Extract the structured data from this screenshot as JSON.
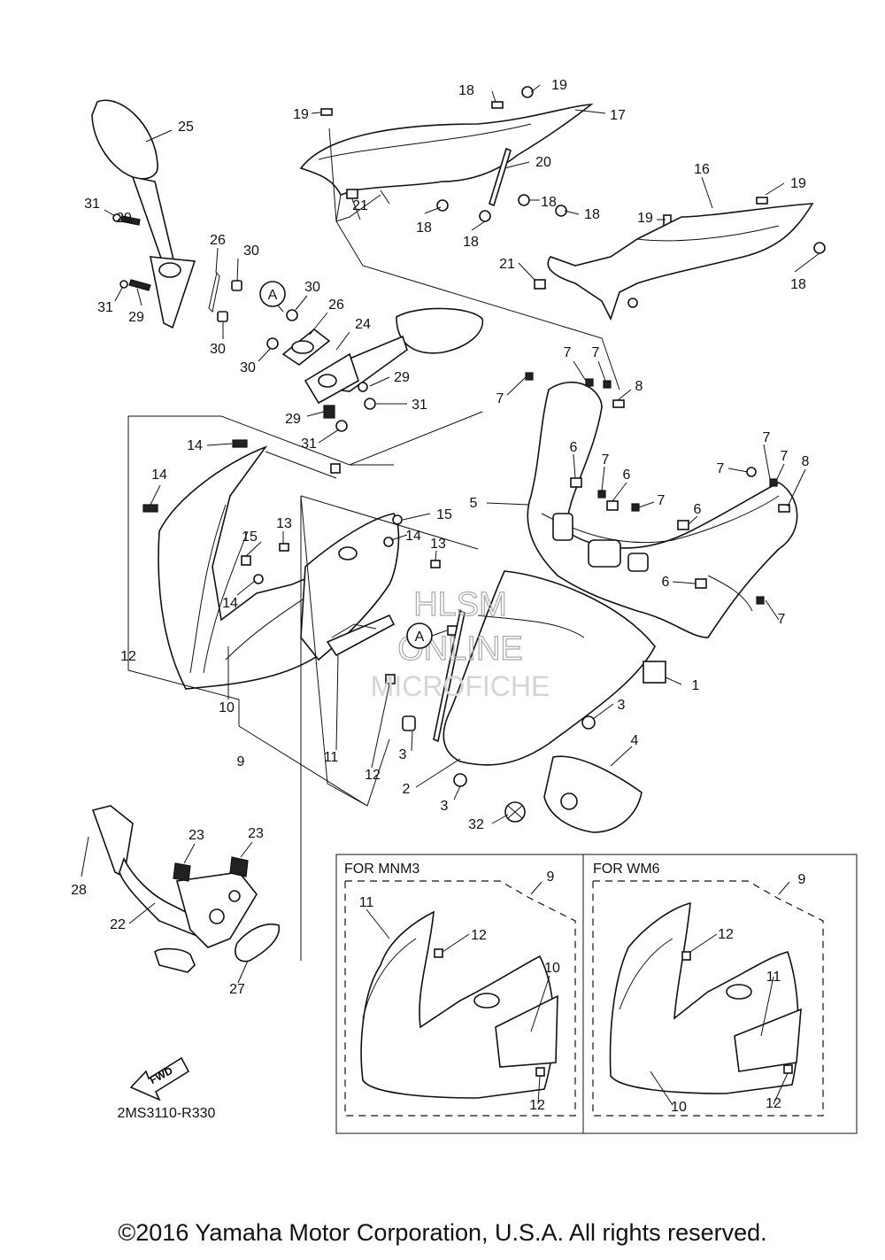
{
  "diagram_code": "2MS3110-R330",
  "copyright": "©2016 Yamaha Motor Corporation, U.S.A. All rights reserved.",
  "watermark": {
    "line1": "HLSM",
    "line2": "ONLINE",
    "line3": "MICROFICHE"
  },
  "direction_arrow": "FWD",
  "inset_mnm3": {
    "title": "FOR MNM3"
  },
  "inset_wm6": {
    "title": "FOR WM6"
  },
  "colors": {
    "ink": "#111111",
    "background": "#ffffff",
    "watermark": "#aaaaaa"
  },
  "callouts": [
    {
      "num": "19"
    },
    {
      "num": "18"
    },
    {
      "num": "19"
    },
    {
      "num": "17"
    },
    {
      "num": "25"
    },
    {
      "num": "20"
    },
    {
      "num": "16"
    },
    {
      "num": "19"
    },
    {
      "num": "31"
    },
    {
      "num": "29"
    },
    {
      "num": "21"
    },
    {
      "num": "18"
    },
    {
      "num": "18"
    },
    {
      "num": "18"
    },
    {
      "num": "18"
    },
    {
      "num": "19"
    },
    {
      "num": "26"
    },
    {
      "num": "30"
    },
    {
      "num": "21"
    },
    {
      "num": "18"
    },
    {
      "num": "31"
    },
    {
      "num": "29"
    },
    {
      "num": "30"
    },
    {
      "num": "26"
    },
    {
      "num": "30"
    },
    {
      "num": "24"
    },
    {
      "num": "30"
    },
    {
      "num": "29"
    },
    {
      "num": "7"
    },
    {
      "num": "7"
    },
    {
      "num": "8"
    },
    {
      "num": "31"
    },
    {
      "num": "7"
    },
    {
      "num": "29"
    },
    {
      "num": "31"
    },
    {
      "num": "14"
    },
    {
      "num": "6"
    },
    {
      "num": "7"
    },
    {
      "num": "7"
    },
    {
      "num": "8"
    },
    {
      "num": "14"
    },
    {
      "num": "7"
    },
    {
      "num": "6"
    },
    {
      "num": "7"
    },
    {
      "num": "5"
    },
    {
      "num": "7"
    },
    {
      "num": "6"
    },
    {
      "num": "15"
    },
    {
      "num": "13"
    },
    {
      "num": "14"
    },
    {
      "num": "13"
    },
    {
      "num": "15"
    },
    {
      "num": "14"
    },
    {
      "num": "6"
    },
    {
      "num": "7"
    },
    {
      "num": "12"
    },
    {
      "num": "1"
    },
    {
      "num": "10"
    },
    {
      "num": "3"
    },
    {
      "num": "4"
    },
    {
      "num": "9"
    },
    {
      "num": "11"
    },
    {
      "num": "3"
    },
    {
      "num": "12"
    },
    {
      "num": "2"
    },
    {
      "num": "3"
    },
    {
      "num": "32"
    },
    {
      "num": "23"
    },
    {
      "num": "23"
    },
    {
      "num": "28"
    },
    {
      "num": "22"
    },
    {
      "num": "27"
    },
    {
      "num": "9"
    },
    {
      "num": "11"
    },
    {
      "num": "12"
    },
    {
      "num": "10"
    },
    {
      "num": "12"
    },
    {
      "num": "9"
    },
    {
      "num": "12"
    },
    {
      "num": "11"
    },
    {
      "num": "10"
    },
    {
      "num": "12"
    },
    {
      "num": "A"
    },
    {
      "num": "A"
    }
  ]
}
